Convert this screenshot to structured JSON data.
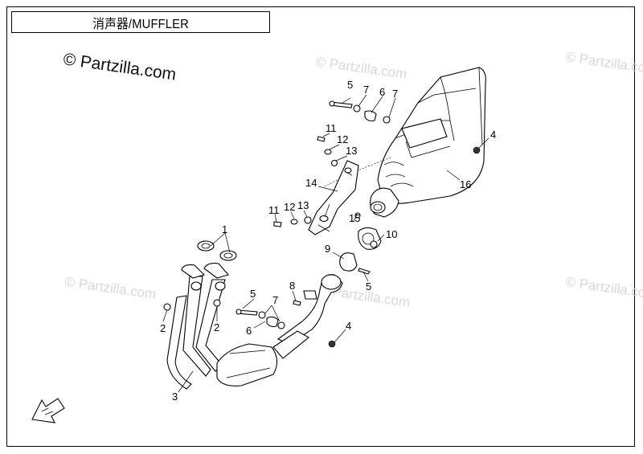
{
  "title": "消声器/MUFFLER",
  "copyright": "© Partzilla.com",
  "watermark": "© Partzilla.com",
  "callouts": {
    "c1": "1",
    "c2a": "2",
    "c2b": "2",
    "c3": "3",
    "c4a": "4",
    "c4b": "4",
    "c5a": "5",
    "c5b": "5",
    "c5c": "5",
    "c6a": "6",
    "c6b": "6",
    "c7a": "7",
    "c7b": "7",
    "c7c": "7",
    "c8": "8",
    "c9": "9",
    "c10": "10",
    "c11a": "11",
    "c11b": "11",
    "c12a": "12",
    "c12b": "12",
    "c13a": "13",
    "c13b": "13",
    "c14": "14",
    "c15": "15",
    "c16": "16"
  },
  "icons": {
    "front_arrow": "front-direction-arrow-icon"
  }
}
